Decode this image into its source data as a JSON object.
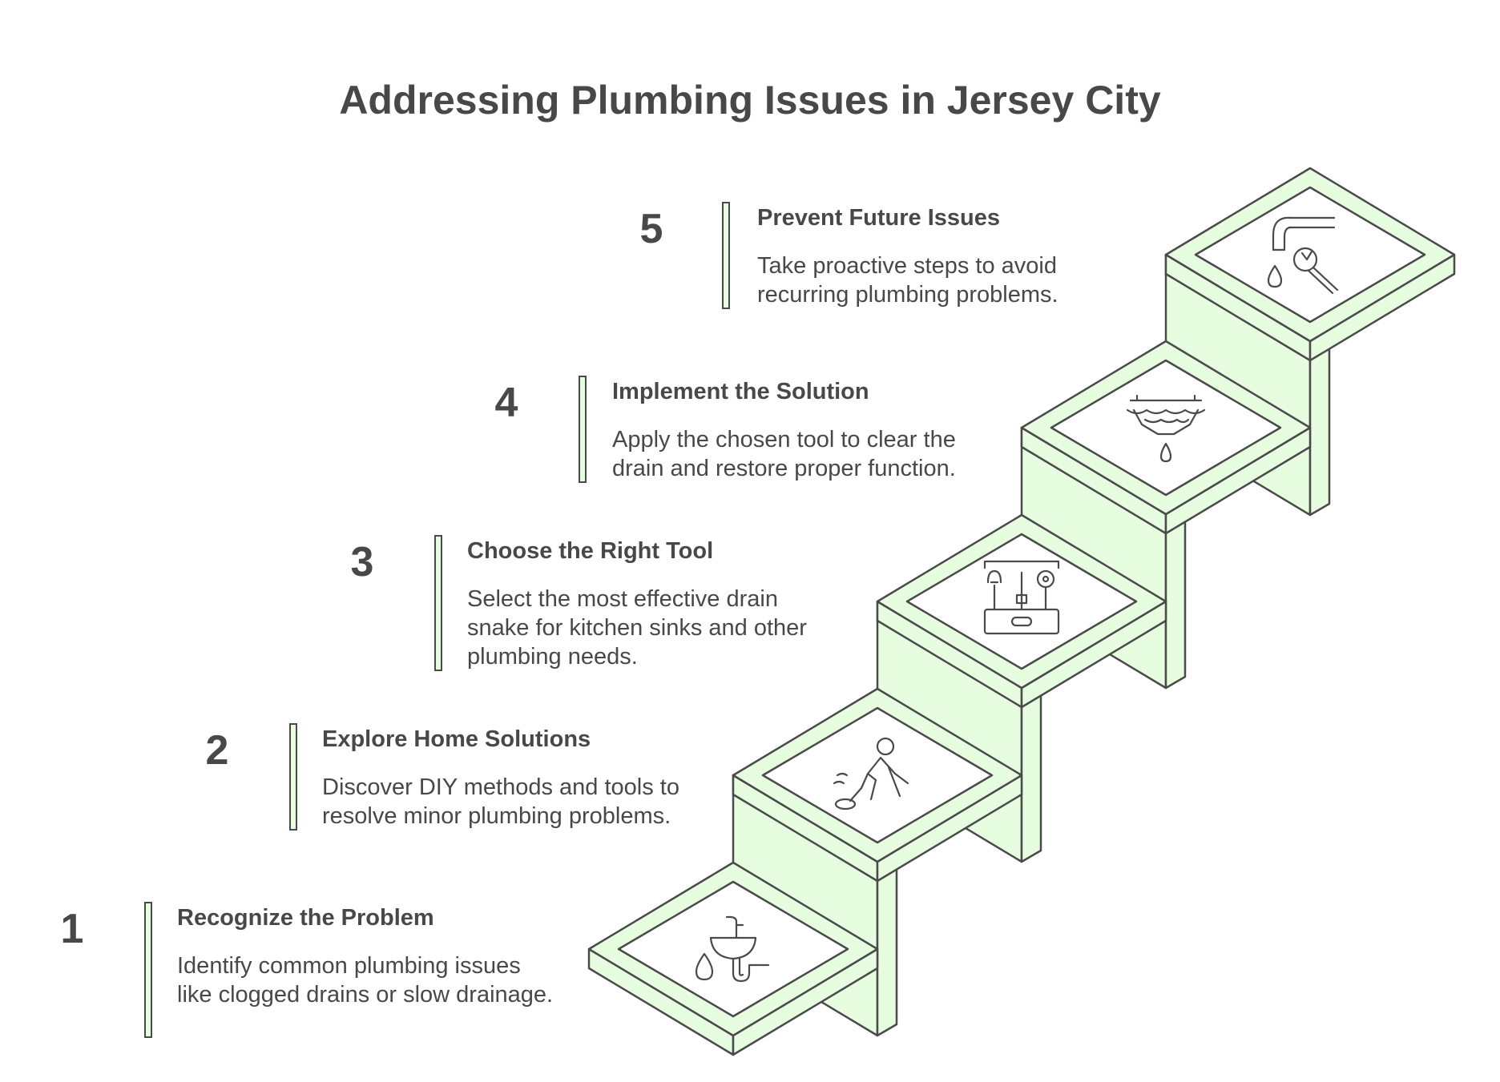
{
  "title": "Addressing Plumbing Issues in Jersey City",
  "colors": {
    "fill": "#e6fde0",
    "stroke": "#4a4a4a",
    "text": "#484848"
  },
  "steps": [
    {
      "number": "1",
      "title": "Recognize the Problem",
      "description": "Identify common plumbing issues like clogged drains or slow drainage.",
      "icon": "sink-drip-icon"
    },
    {
      "number": "2",
      "title": "Explore Home Solutions",
      "description": "Discover DIY methods and tools to resolve minor plumbing problems.",
      "icon": "person-plunger-icon"
    },
    {
      "number": "3",
      "title": "Choose the Right Tool",
      "description": "Select the most effective drain snake for kitchen sinks and other plumbing needs.",
      "icon": "toolbox-icon"
    },
    {
      "number": "4",
      "title": "Implement the Solution",
      "description": "Apply the chosen tool to clear the drain and restore proper function.",
      "icon": "drain-drip-icon"
    },
    {
      "number": "5",
      "title": "Prevent Future Issues",
      "description": "Take proactive steps to avoid recurring plumbing problems.",
      "icon": "faucet-wrench-icon"
    }
  ]
}
